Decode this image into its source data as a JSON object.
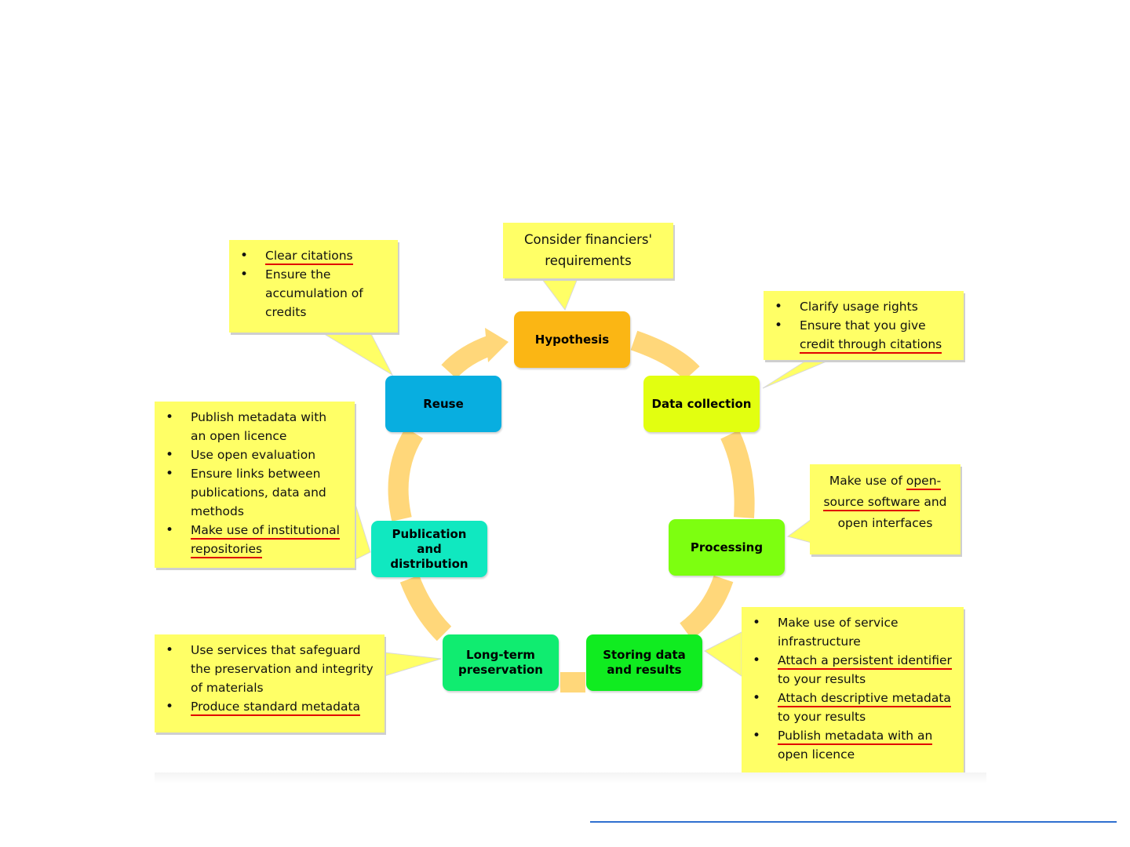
{
  "colors": {
    "ring": "#ffd77a",
    "note_fill": "#ffff66",
    "underline": "#e00000",
    "footer_line": "#2f6fd0"
  },
  "nodes": {
    "hypothesis": {
      "label": "Hypothesis",
      "color": "#fbb614"
    },
    "data_collection": {
      "label": "Data collection",
      "color": "#e2ff10"
    },
    "processing": {
      "label": "Processing",
      "color": "#7dff10"
    },
    "storing": {
      "label": "Storing data and results",
      "color": "#10ec20"
    },
    "long_term": {
      "label": "Long-term preservation",
      "color": "#10ec70"
    },
    "publication": {
      "label": "Publication and distribution",
      "color": "#10e8c0"
    },
    "reuse": {
      "label": "Reuse",
      "color": "#08aee0"
    }
  },
  "notes": {
    "hypothesis": {
      "text": "Consider financiers' requirements"
    },
    "reuse": {
      "items": [
        "Clear citations",
        "Ensure the accumulation of credits"
      ]
    },
    "data_collection": {
      "item1": "Clarify usage rights",
      "item2_line1": "Ensure that you give",
      "item2_line2": "credit through citations"
    },
    "processing": {
      "part1": "Make use of ",
      "part2": "open-",
      "part3": "source software",
      "part4": " and open interfaces"
    },
    "publication": {
      "items": [
        "Publish metadata with an open licence",
        "Use open evaluation",
        "Ensure links between publications, data and methods"
      ],
      "last_line1": "Make use of institutional",
      "last_line2": "repositories"
    },
    "long_term": {
      "items": [
        "Use services that safeguard the preservation and integrity of materials"
      ],
      "underlined": "Produce standard metadata"
    },
    "storing": {
      "item1": "Make use of service infrastructure",
      "item2_u": "Attach a persistent identifier",
      "item2_rest": "to your results",
      "item3_u": "Attach descriptive metadata",
      "item3_rest": "to your results",
      "item4_u": "Publish metadata with an",
      "item4_rest": "open licence"
    }
  }
}
